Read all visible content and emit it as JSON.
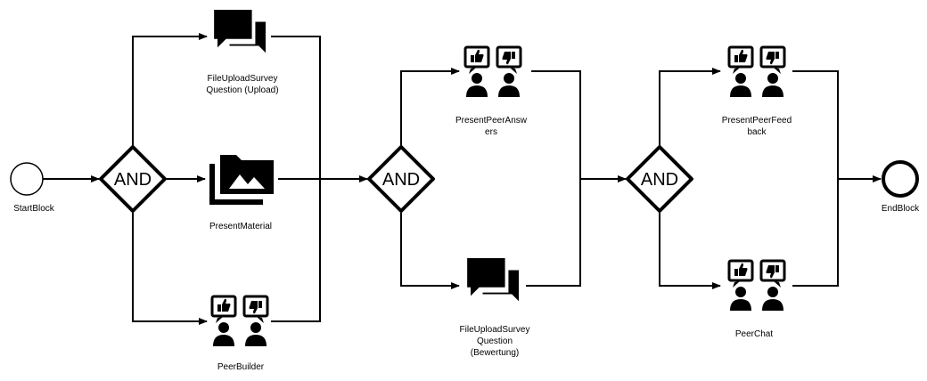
{
  "diagram": {
    "start": {
      "label": "StartBlock"
    },
    "end": {
      "label": "EndBlock"
    },
    "gateways": [
      {
        "label": "AND"
      },
      {
        "label": "AND"
      },
      {
        "label": "AND"
      }
    ],
    "tasks": [
      {
        "lines": [
          "FileUploadSurvey",
          "Question (Upload)"
        ],
        "icon": "chat-icon"
      },
      {
        "lines": [
          "PresentMaterial"
        ],
        "icon": "image-gallery-icon"
      },
      {
        "lines": [
          "PeerBuilder"
        ],
        "icon": "peer-feedback-icon"
      },
      {
        "lines": [
          "PresentPeerAnsw",
          "ers"
        ],
        "icon": "peer-feedback-icon"
      },
      {
        "lines": [
          "FileUploadSurvey",
          "Question",
          "(Bewertung)"
        ],
        "icon": "chat-icon"
      },
      {
        "lines": [
          "PresentPeerFeed",
          "back"
        ],
        "icon": "peer-feedback-icon"
      },
      {
        "lines": [
          "PeerChat"
        ],
        "icon": "peer-feedback-icon"
      }
    ]
  }
}
